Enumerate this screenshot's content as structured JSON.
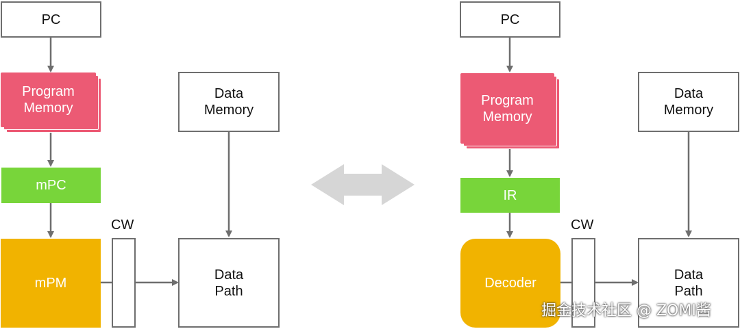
{
  "left": {
    "pc": "PC",
    "program_memory": "Program\nMemory",
    "mpc": "mPC",
    "mpm": "mPM",
    "cw": "CW",
    "data_memory": "Data\nMemory",
    "data_path": "Data\nPath"
  },
  "right": {
    "pc": "PC",
    "program_memory": "Program\nMemory",
    "ir": "IR",
    "decoder": "Decoder",
    "cw": "CW",
    "data_memory": "Data\nMemory",
    "data_path": "Data\nPath"
  },
  "watermark": "掘金技术社区 @ ZOMI酱",
  "colors": {
    "program_memory": "#ec5a74",
    "green": "#78d53a",
    "orange": "#f1b300",
    "arrow": "#6e6e6e",
    "double_arrow": "#d6d6d6"
  }
}
